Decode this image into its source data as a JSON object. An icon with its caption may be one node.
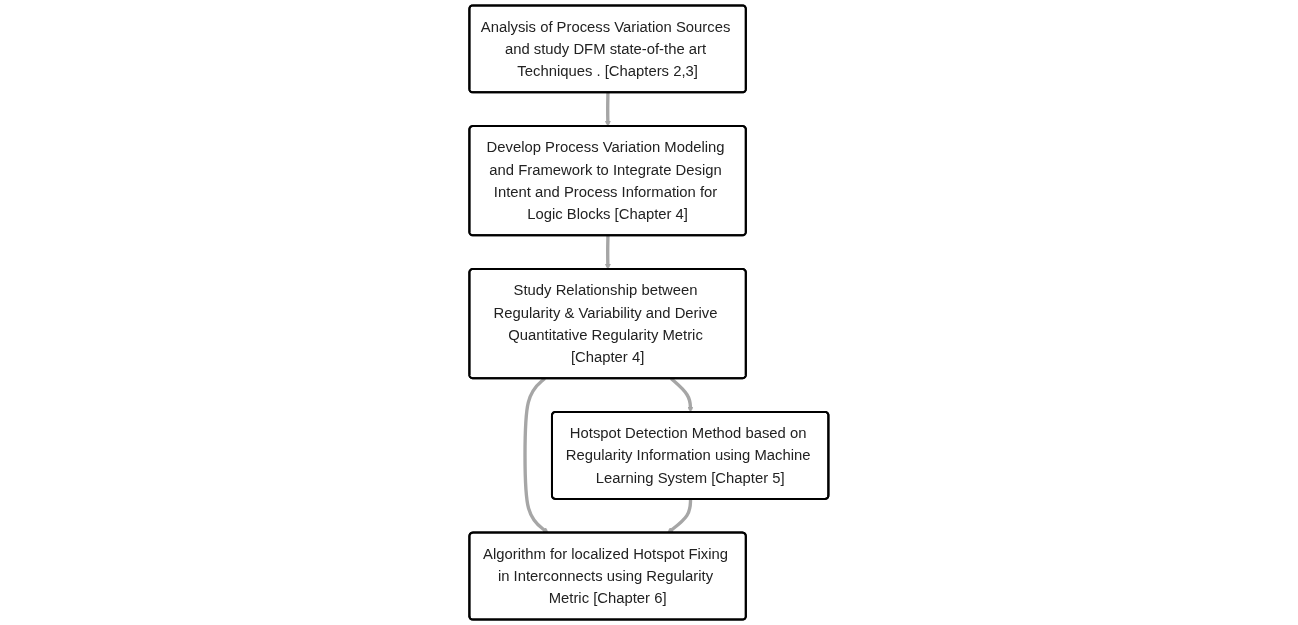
{
  "diagram": {
    "nodes": [
      {
        "text": [
          "Analysis of Process Variation Sources and study DFM state-of-the art Techniques . [Chapters 2,3]"
        ]
      },
      {
        "text": [
          "Develop Process Variation Modeling and Framework to Integrate Design Intent and Process Information for Logic Blocks [Chapter 4]"
        ]
      },
      {
        "text": [
          "Study Relationship between Regularity & Variability and Derive Quantitative Regularity Metric [Chapter 4]"
        ]
      },
      {
        "text": [
          "Hotspot Detection Method based on Regularity Information using Machine Learning System [Chapter 5]"
        ]
      },
      {
        "text": [
          "Algorithm for localized Hotspot Fixing in Interconnects using Regularity Metric [Chapter 6]"
        ]
      }
    ],
    "edges": [
      {
        "from": 0,
        "to": 1,
        "arrow": "to"
      },
      {
        "from": 1,
        "to": 2,
        "arrow": "to"
      },
      {
        "from": 2,
        "to": 3,
        "arrow": "to"
      },
      {
        "from": 2,
        "to": 4,
        "arrow": "to"
      },
      {
        "from": 3,
        "to": 4,
        "arrow": "to"
      }
    ]
  }
}
